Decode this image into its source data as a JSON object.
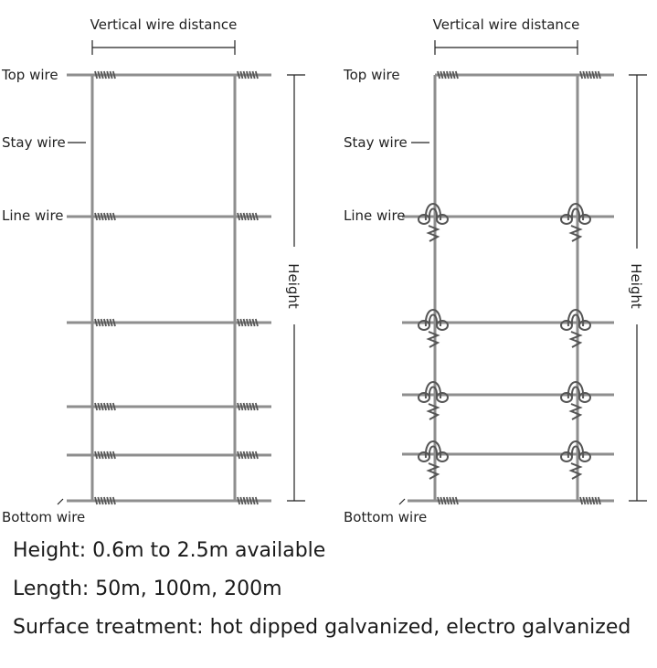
{
  "diagrams": [
    {
      "id": "standard",
      "labels": {
        "vertical_distance": "Vertical wire distance",
        "top_wire": "Top wire",
        "stay_wire": "Stay wire",
        "line_wire": "Line wire",
        "bottom_wire": "Bottom wire",
        "height": "Height"
      },
      "joint_style": "twist"
    },
    {
      "id": "knotted",
      "labels": {
        "vertical_distance": "Vertical wire distance",
        "top_wire": "Top wire",
        "stay_wire": "Stay wire",
        "line_wire": "Line wire",
        "bottom_wire": "Bottom wire",
        "height": "Height"
      },
      "joint_style": "knot"
    }
  ],
  "specs": {
    "height": "Height: 0.6m to 2.5m available",
    "length": "Length: 50m, 100m, 200m",
    "surface": "Surface treatment: hot dipped galvanized, electro galvanized"
  },
  "colors": {
    "wire": "#8e8e8e",
    "knot": "#555555",
    "text": "#222222"
  }
}
